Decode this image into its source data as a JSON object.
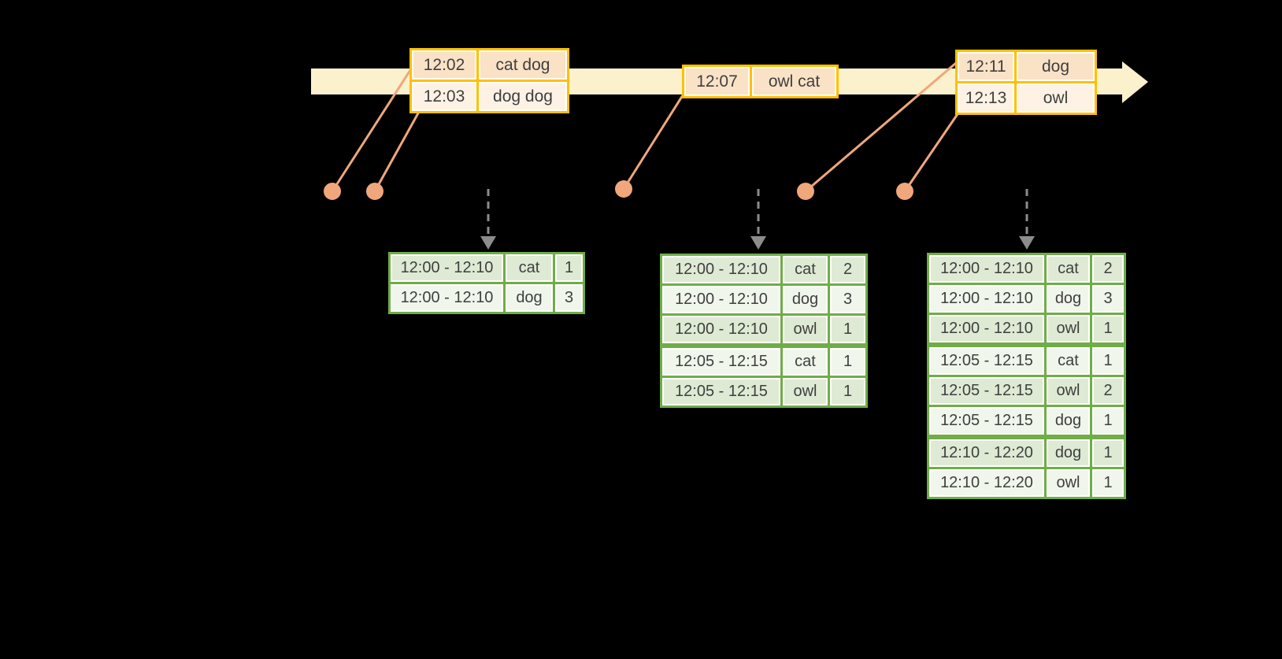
{
  "colors": {
    "background": "#000000",
    "timeline_fill": "#FBF1CC",
    "event_border": "#FFC000",
    "event_row_dark": "#FAE2C6",
    "event_row_light": "#FDF2E4",
    "connector": "#F0A77B",
    "result_border": "#6FAD46",
    "result_row_dark": "#DEEAD4",
    "result_row_light": "#F0F6EC",
    "trigger_arrow": "#8C8C8C",
    "text": "#3F3F3F"
  },
  "timeline": {
    "event_tables": [
      {
        "rows": [
          {
            "time": "12:02",
            "data": "cat dog"
          },
          {
            "time": "12:03",
            "data": "dog dog"
          }
        ]
      },
      {
        "rows": [
          {
            "time": "12:07",
            "data": "owl cat"
          }
        ]
      },
      {
        "rows": [
          {
            "time": "12:11",
            "data": "dog"
          },
          {
            "time": "12:13",
            "data": "owl"
          }
        ]
      }
    ]
  },
  "result_tables": [
    {
      "rows": [
        {
          "window": "12:00 - 12:10",
          "word": "cat",
          "count": "1"
        },
        {
          "window": "12:00 - 12:10",
          "word": "dog",
          "count": "3"
        }
      ]
    },
    {
      "rows": [
        {
          "window": "12:00 - 12:10",
          "word": "cat",
          "count": "2"
        },
        {
          "window": "12:00 - 12:10",
          "word": "dog",
          "count": "3"
        },
        {
          "window": "12:00 - 12:10",
          "word": "owl",
          "count": "1"
        },
        {
          "window": "12:05 - 12:15",
          "word": "cat",
          "count": "1"
        },
        {
          "window": "12:05 - 12:15",
          "word": "owl",
          "count": "1"
        }
      ]
    },
    {
      "rows": [
        {
          "window": "12:00 - 12:10",
          "word": "cat",
          "count": "2"
        },
        {
          "window": "12:00 - 12:10",
          "word": "dog",
          "count": "3"
        },
        {
          "window": "12:00 - 12:10",
          "word": "owl",
          "count": "1"
        },
        {
          "window": "12:05 - 12:15",
          "word": "cat",
          "count": "1"
        },
        {
          "window": "12:05 - 12:15",
          "word": "owl",
          "count": "2"
        },
        {
          "window": "12:05 - 12:15",
          "word": "dog",
          "count": "1"
        },
        {
          "window": "12:10 - 12:20",
          "word": "dog",
          "count": "1"
        },
        {
          "window": "12:10 - 12:20",
          "word": "owl",
          "count": "1"
        }
      ]
    }
  ]
}
